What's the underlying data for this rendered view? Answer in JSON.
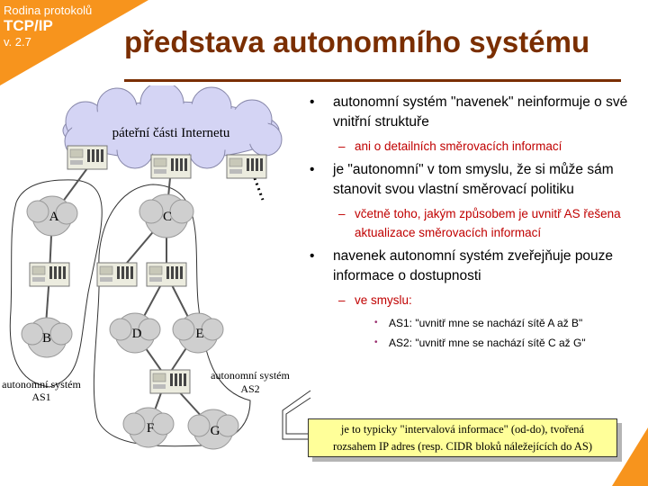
{
  "corner_badge": {
    "line1": "Rodina protokolů",
    "line2": "TCP/IP",
    "line3": "v. 2.7"
  },
  "title": "představa autonomního systému",
  "diagram": {
    "cloud_label": "páteřní části Internetu",
    "network_labels": [
      "A",
      "B",
      "C",
      "D",
      "E",
      "F",
      "G"
    ],
    "as1_label": [
      "autonomní systém",
      "AS1"
    ],
    "as2_label": [
      "autonomní systém",
      "AS2"
    ],
    "ellipsis": "...."
  },
  "bullets": [
    {
      "level": 1,
      "text": "autonomní systém \"navenek\" neinformuje o své vnitřní struktuře"
    },
    {
      "level": 2,
      "text": "ani o detailních směrovacích informací"
    },
    {
      "level": 1,
      "text": "je \"autonomní\" v tom smyslu, že si může sám stanovit svou vlastní směrovací politiku"
    },
    {
      "level": 2,
      "text": "včetně toho, jakým způsobem je uvnitř AS řešena aktualizace směrovacích informací"
    },
    {
      "level": 1,
      "text": "navenek autonomní systém zveřejňuje pouze informace o dostupnosti"
    },
    {
      "level": 2,
      "text": "ve smyslu:"
    },
    {
      "level": 3,
      "text": "AS1: \"uvnitř mne se nachází sítě A až B\""
    },
    {
      "level": 3,
      "text": "AS2: \"uvnitř mne se nachází sítě C až G\""
    }
  ],
  "callout": {
    "line1": "je to typicky  \"intervalová informace\" (od-do), tvořená",
    "line2": "rozsahem IP adres (resp. CIDR bloků náležejících do AS)"
  },
  "colors": {
    "orange": "#f7941d",
    "title": "#7a2e00",
    "cloud": "#d4d4f4",
    "network": "#cfcfcf",
    "callout": "#ffff99",
    "red": "#c00000"
  }
}
